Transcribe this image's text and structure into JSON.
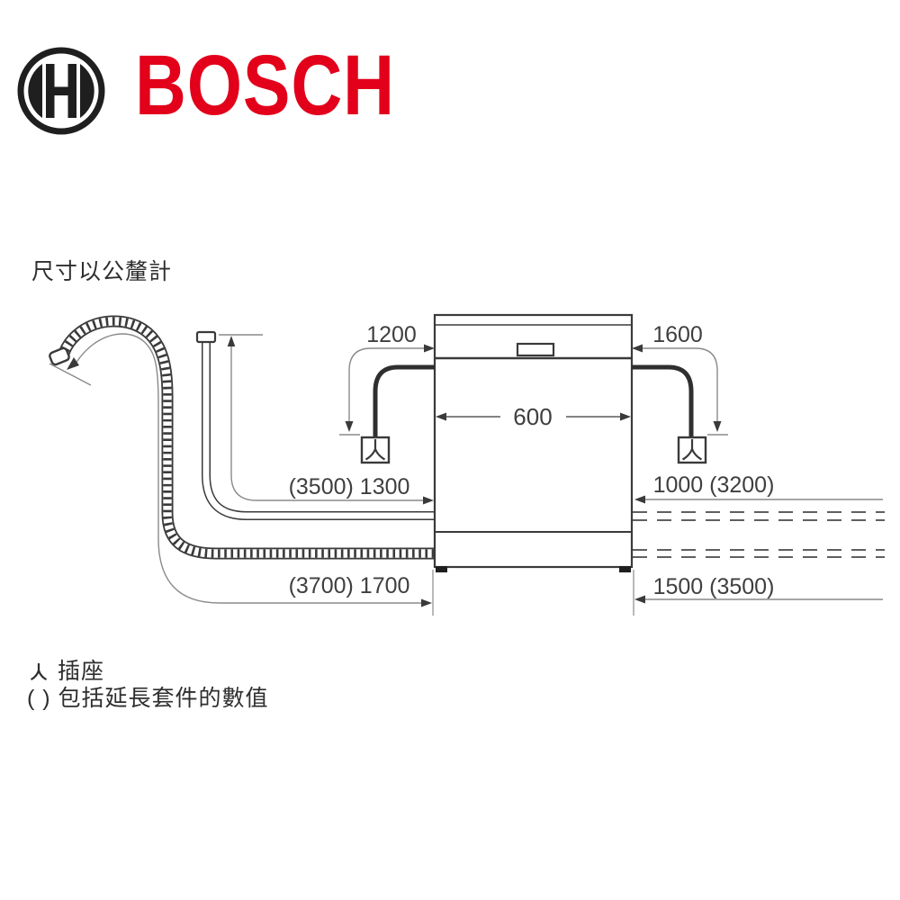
{
  "header": {
    "brand": "BOSCH",
    "brand_color": "#e2001a",
    "logo_icon": "bosch-armature-icon"
  },
  "heading": {
    "units_note": "尺寸以公釐計"
  },
  "diagram": {
    "appliance": "dishwasher-front-view",
    "dimension_labels": {
      "power_cord_left": "1200",
      "power_cord_right": "1600",
      "appliance_width": "600",
      "supply_hose_left": "(3500) 1300",
      "supply_hose_right": "1000 (3200)",
      "drain_hose_left": "(3700) 1700",
      "drain_hose_right": "1500 (3500)"
    },
    "symbols": {
      "socket_left": "socket-icon",
      "socket_right": "socket-icon"
    },
    "line_color": "#3a3a3a",
    "measure_line_color": "#8a8a8a"
  },
  "legend": {
    "socket_icon": "socket-icon",
    "socket_label": "插座",
    "parentheses_note": "( ) 包括延長套件的數值"
  }
}
